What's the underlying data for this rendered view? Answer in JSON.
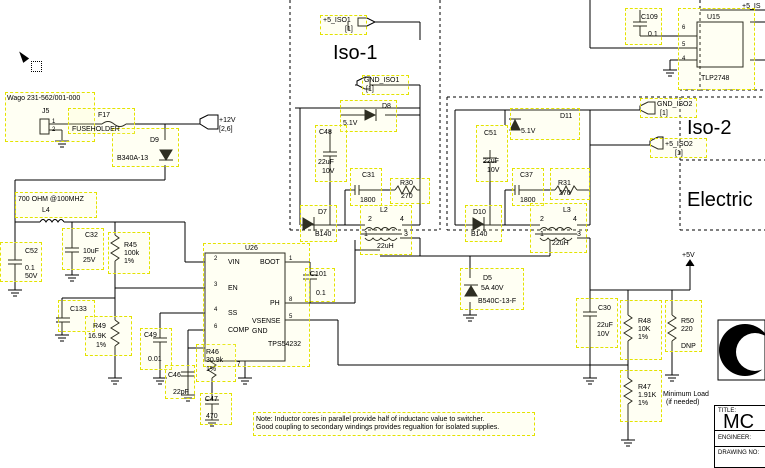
{
  "connector": {
    "name": "Wago 231-562/001-000",
    "ref": "J5",
    "pins": [
      "1",
      "2"
    ]
  },
  "fuse": {
    "ref": "F17",
    "value": "FUSEHOLDER"
  },
  "d9": {
    "ref": "D9",
    "value": "B340A-13"
  },
  "net_12v": {
    "label": "+12V",
    "page": "[2,6]"
  },
  "ferrite": {
    "spec": "700 OHM @100MHZ",
    "ref": "L4"
  },
  "c52": {
    "ref": "C52",
    "value": "0.1",
    "rating": "50V"
  },
  "c32": {
    "ref": "C32",
    "value": "10uF",
    "rating": "25V"
  },
  "r45": {
    "ref": "R45",
    "value": "100k",
    "tol": "1%"
  },
  "c133": {
    "ref": "C133"
  },
  "r49": {
    "ref": "R49",
    "value": "16.9K",
    "tol": "1%"
  },
  "c49": {
    "ref": "C49",
    "value": "0.01"
  },
  "c46": {
    "ref": "C46",
    "value": "22pF"
  },
  "r46": {
    "ref": "R46",
    "value": "30.9k",
    "tol": "1%"
  },
  "c47": {
    "ref": "C47",
    "value": "470"
  },
  "u26": {
    "ref": "U26",
    "part": "TPS54232",
    "pins": {
      "vin": "VIN",
      "en": "EN",
      "ss": "SS",
      "comp": "COMP",
      "boot": "BOOT",
      "ph": "PH",
      "vsense": "VSENSE",
      "gnd": "GND"
    },
    "nums": {
      "vin": "2",
      "en": "3",
      "ss": "4",
      "comp": "6",
      "boot": "1",
      "ph": "8",
      "vsense": "5",
      "gnd": "7"
    }
  },
  "c101": {
    "ref": "C101",
    "value": "0.1"
  },
  "d5": {
    "ref": "D5",
    "rating": "5A 40V",
    "part": "B540C-13-F"
  },
  "net_5v": {
    "label": "+5V"
  },
  "c30": {
    "ref": "C30",
    "value": "22uF",
    "rating": "10V"
  },
  "r48": {
    "ref": "R48",
    "value": "10K",
    "tol": "1%"
  },
  "r50": {
    "ref": "R50",
    "value": "220",
    "note": "DNP"
  },
  "r47": {
    "ref": "R47",
    "value": "1.91K",
    "tol": "1%"
  },
  "min_load": {
    "line1": "Minimum Load",
    "line2": "(if needed)"
  },
  "note": {
    "line1": "Note: Inductor cores in parallel provide half of inductanc value to switcher.",
    "line2": "Good coupling to secondary windings provides regualtion for isolated supplies."
  },
  "iso1": {
    "title": "Iso-1",
    "net_top": "+5_ISO1",
    "net_top_page": "[1]",
    "net_gnd": "GND_ISO1",
    "net_gnd_page": "[1]",
    "d8": {
      "ref": "D8",
      "value": "5.1V"
    },
    "c48": {
      "ref": "C48",
      "value": "22uF",
      "rating": "10V"
    },
    "c31": {
      "ref": "C31",
      "value": "1800"
    },
    "r30": {
      "ref": "R30",
      "value": "270"
    },
    "d7": {
      "ref": "D7",
      "value": "B140"
    },
    "l2": {
      "ref": "L2",
      "value": "22uH",
      "pins": [
        "2",
        "4",
        "1",
        "3"
      ]
    }
  },
  "iso2": {
    "title": "Iso-2",
    "net_top": "+5_ISO2",
    "net_top_page": "[1]",
    "net_gnd": "GND_ISO2",
    "net_gnd_page": "[1]",
    "d11": {
      "ref": "D11",
      "value": "5.1V"
    },
    "c51": {
      "ref": "C51",
      "value": "22uF",
      "rating": "10V"
    },
    "c37": {
      "ref": "C37",
      "value": "1800"
    },
    "r31": {
      "ref": "R31",
      "value": "270"
    },
    "d10": {
      "ref": "D10",
      "value": "B140"
    },
    "l3": {
      "ref": "L3",
      "value": "22uH",
      "pins": [
        "2",
        "4",
        "1",
        "3"
      ]
    }
  },
  "u15": {
    "ref": "U15",
    "part": "TLP2748",
    "pins": [
      "6",
      "5",
      "4"
    ],
    "net": "+5_IS"
  },
  "c109": {
    "ref": "C109",
    "value": "0.1"
  },
  "right_cut": {
    "text": "Electric"
  },
  "title_block": {
    "title_label": "TITLE:",
    "title_value": "MC",
    "engineer_label": "ENGINEER:",
    "drawing_label": "DRAWING NO:"
  }
}
